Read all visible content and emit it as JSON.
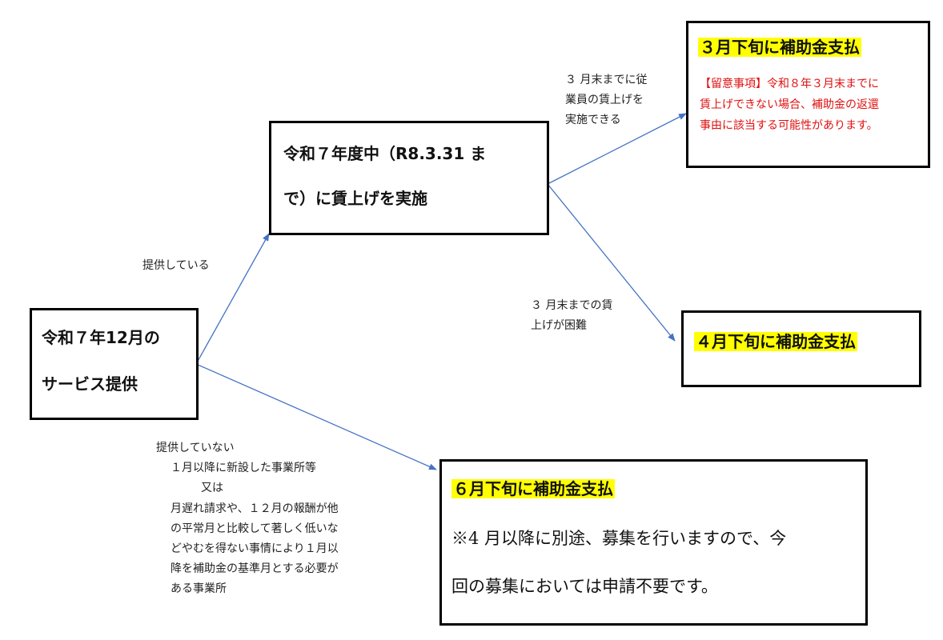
{
  "nodes": {
    "start": {
      "line1": "令和７年12月の",
      "line2": "サービス提供"
    },
    "mid": {
      "line1": "令和７年度中（R8.3.31 ま",
      "line2": "で）に賃上げを実施"
    },
    "result_march": {
      "title": "３月下旬に補助金支払",
      "note_head": "【留意事項】",
      "note_l1": "令和８年３月末までに",
      "note_l2": "賃上げできない場合、補助金の返還",
      "note_l3": "事由に該当する可能性があります。"
    },
    "result_april": {
      "title": "４月下旬に補助金支払"
    },
    "result_june": {
      "title": "６月下旬に補助金支払",
      "note_l1": "※4 月以降に別途、募集を行いますので、今",
      "note_l2": "回の募集においては申請不要です。"
    }
  },
  "edge_labels": {
    "provided": "提供している",
    "can_raise": [
      "３ 月末までに従",
      "業員の賃上げを",
      "実施できる"
    ],
    "difficult": [
      "３ 月末までの賃",
      "上げが困難"
    ],
    "not_provided": {
      "l1": "提供していない",
      "l2": "１月以降に新設した事業所等",
      "l3": "又は",
      "l4": "月遅れ請求や、１２月の報酬が他",
      "l5": "の平常月と比較して著しく低いな",
      "l6": "どやむを得ない事情により１月以",
      "l7": "降を補助金の基準月とする必要が",
      "l8": "ある事業所"
    }
  },
  "colors": {
    "arrow": "#4472c4",
    "highlight": "#ffff00",
    "warning_text": "#e01010"
  }
}
